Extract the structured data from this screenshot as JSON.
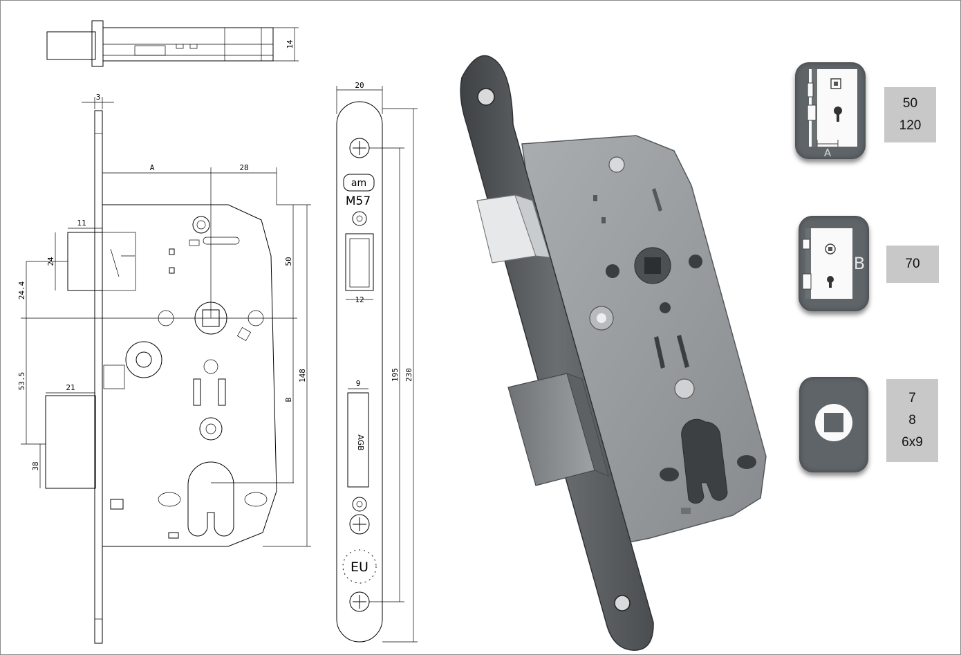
{
  "drawing": {
    "top_view": {
      "dim_height": "14"
    },
    "side_view": {
      "dim_faceplate_thickness": "3",
      "dim_backset": "A",
      "dim_28": "28",
      "dim_latch_projection": "11",
      "dim_latch_height": "24",
      "dim_latch_offset": "24.4",
      "dim_follower_to_top": "50",
      "dim_body_height": "148",
      "dim_distance": "B",
      "dim_deadbolt_offset": "53.5",
      "dim_deadbolt_projection": "21",
      "dim_deadbolt_height": "38"
    },
    "faceplate": {
      "dim_width": "20",
      "dim_latch_width": "12",
      "dim_bolt_width": "9",
      "dim_screw_distance": "195",
      "dim_plate_length": "230",
      "logo_model": "M57",
      "eu_mark": "EU"
    }
  },
  "options": [
    {
      "icon": "backset-icon",
      "label": "A",
      "values": [
        "50",
        "120"
      ]
    },
    {
      "icon": "distance-icon",
      "label": "B",
      "values": [
        "70"
      ]
    },
    {
      "icon": "square-follower-icon",
      "label": "",
      "values": [
        "7",
        "8",
        "6x9"
      ]
    }
  ]
}
